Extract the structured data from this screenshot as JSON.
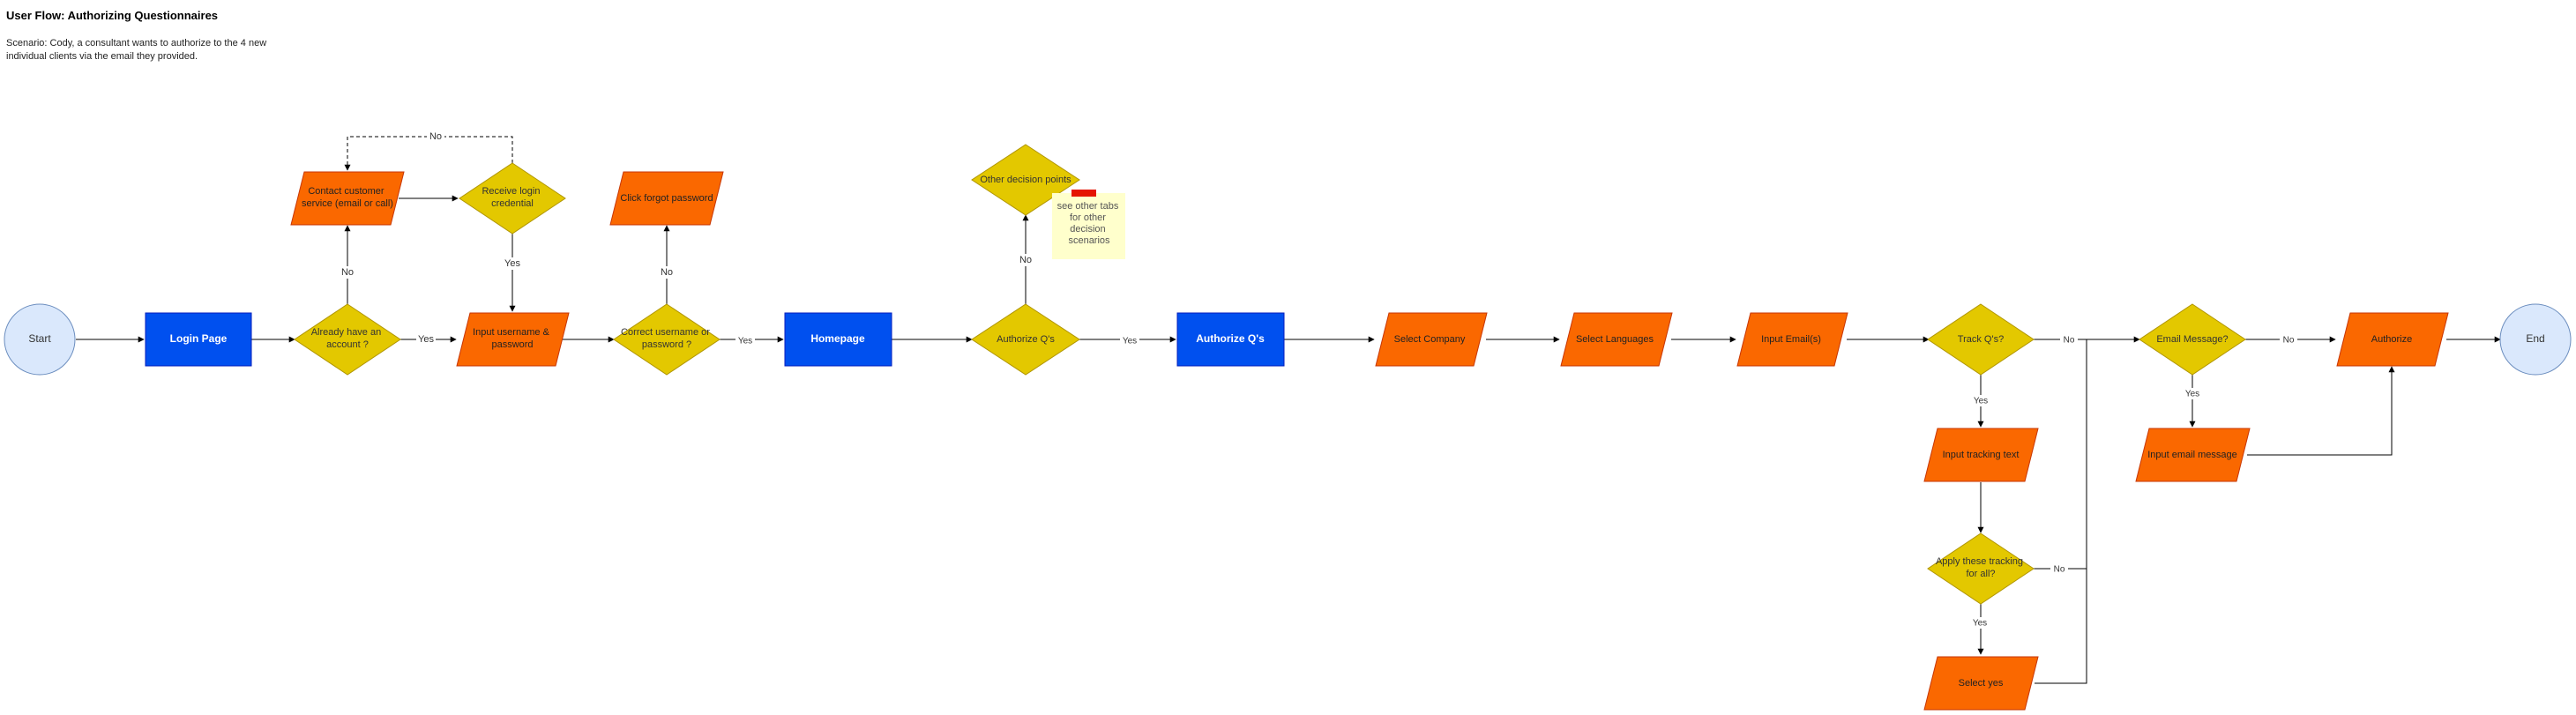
{
  "title": "User Flow: Authorizing Questionnaires",
  "scenario": "Scenario: Cody, a consultant wants to authorize to the 4 new individual clients via the email they provided.",
  "colors": {
    "terminal_fill": "#dae8fc",
    "terminal_stroke": "#6c8ebf",
    "page_fill": "#0050ef",
    "page_stroke": "#001dbc",
    "action_fill": "#fa6800",
    "action_stroke": "#c73500",
    "decision_fill": "#e3c800",
    "decision_stroke": "#b09500",
    "note_fill": "#ffffcc",
    "note_tab": "#e51400"
  },
  "nodes": {
    "start": "Start",
    "login_page": "Login Page",
    "already_account": [
      "Already have an",
      "account ?"
    ],
    "contact_cs": [
      "Contact customer",
      "service (email or call)"
    ],
    "receive_cred": [
      "Receive login",
      "credential"
    ],
    "input_user_pass": [
      "Input username &",
      "password"
    ],
    "correct_user_pass": [
      "Correct username or",
      "password ?"
    ],
    "click_forgot": "Click forgot password",
    "homepage": "Homepage",
    "authorize_q_decision": "Authorize Q's",
    "other_decision": "Other decision points",
    "note": [
      "see other tabs",
      "for other",
      "decision",
      "scenarios"
    ],
    "authorize_q_page": "Authorize Q's",
    "select_company": "Select Company",
    "select_languages": "Select Languages",
    "input_emails": "Input Email(s)",
    "track_q": "Track Q's?",
    "input_tracking": "Input tracking text",
    "apply_tracking": [
      "Apply these tracking",
      "for all?"
    ],
    "select_yes": "Select yes",
    "email_message": "Email Message?",
    "input_email_msg": "Input email message",
    "authorize": "Authorize",
    "end": "End"
  },
  "edges": {
    "yes": "Yes",
    "no": "No"
  }
}
